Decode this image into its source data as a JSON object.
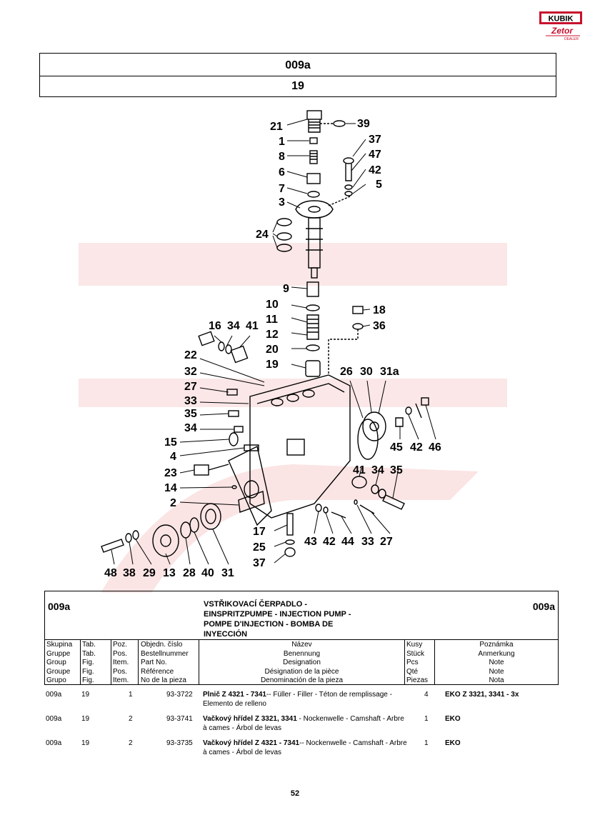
{
  "brand": {
    "name": "KUBIK",
    "sub": "Zetor",
    "tag": "DEALER"
  },
  "header": {
    "group": "009a",
    "figure": "19"
  },
  "callouts": [
    "21",
    "39",
    "1",
    "37",
    "8",
    "47",
    "6",
    "42",
    "7",
    "5",
    "3",
    "24",
    "9",
    "18",
    "10",
    "36",
    "11",
    "16",
    "34",
    "41",
    "12",
    "20",
    "19",
    "22",
    "32",
    "26",
    "30",
    "31a",
    "27",
    "33",
    "35",
    "34",
    "45",
    "42",
    "46",
    "15",
    "4",
    "23",
    "41",
    "34",
    "35",
    "14",
    "2",
    "17",
    "43",
    "42",
    "44",
    "33",
    "27",
    "25",
    "37",
    "48",
    "38",
    "29",
    "13",
    "28",
    "40",
    "31"
  ],
  "info": {
    "code_left": "009a",
    "code_right": "009a",
    "title_lines": [
      "VSTŘIKOVACÍ ČERPADLO -",
      "EINSPRITZPUMPE - INJECTION PUMP -",
      "POMPE D'INJECTION - BOMBA DE",
      "INYECCIÓN"
    ]
  },
  "columns": [
    [
      "Skupina",
      "Gruppe",
      "Group",
      "Groupe",
      "Grupo"
    ],
    [
      "Tab.",
      "Tab.",
      "Fig.",
      "Fig.",
      "Fig."
    ],
    [
      "Poz.",
      "Pos.",
      "Item.",
      "Pos.",
      "Item."
    ],
    [
      "Objedn. číslo",
      "Bestellnummer",
      "Part No.",
      "Référence",
      "No de la pieza"
    ],
    [
      "Název",
      "Benennung",
      "Designation",
      "Désignation de la pièce",
      "Denominación de la pieza"
    ],
    [
      "Kusy",
      "Stück",
      "Pcs",
      "Qté",
      "Piezas"
    ],
    [
      "Poznámka",
      "Anmerkung",
      "Note",
      "Note",
      "Nota"
    ]
  ],
  "rows": [
    {
      "group": "009a",
      "tab": "19",
      "pos": "1",
      "part": "93-3722",
      "desc_bold": "Plnič Z 4321 - 7341",
      "desc": "-- Füller - Filler - Téton de remplissage - Elemento de relleno",
      "qty": "4",
      "note": "EKO Z 3321, 3341 - 3x"
    },
    {
      "group": "009a",
      "tab": "19",
      "pos": "2",
      "part": "93-3741",
      "desc_bold": "Vačkový hřídel Z 3321, 3341",
      "desc": " - Nockenwelle - Camshaft - Arbre à cames - Árbol de levas",
      "qty": "1",
      "note": "EKO"
    },
    {
      "group": "009a",
      "tab": "19",
      "pos": "2",
      "part": "93-3735",
      "desc_bold": "Vačkový hřídel Z 4321 - 7341",
      "desc": "-- Nockenwelle - Camshaft - Arbre à cames - Árbol de levas",
      "qty": "1",
      "note": "EKO"
    }
  ],
  "page_number": "52"
}
